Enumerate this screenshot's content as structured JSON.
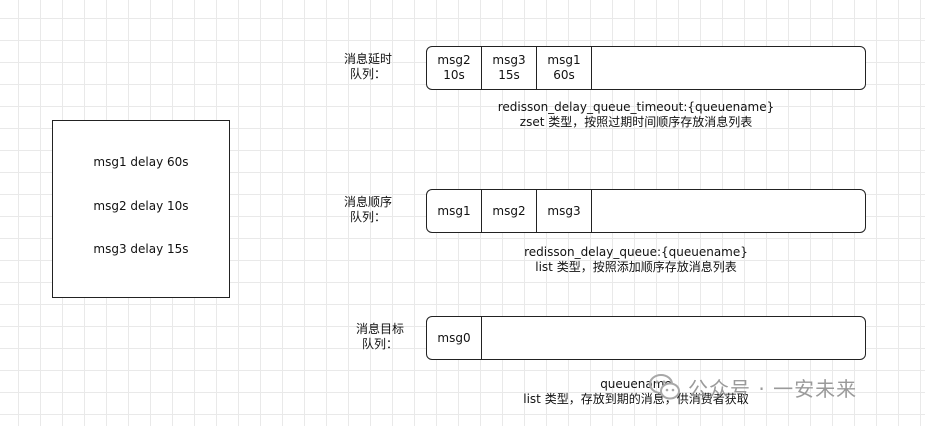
{
  "input_messages": [
    "msg1 delay 60s",
    "msg2 delay 10s",
    "msg3 delay 15s"
  ],
  "queues": [
    {
      "label_line1": "消息延时",
      "label_line2": "队列：",
      "cells": [
        {
          "name": "msg2",
          "delay": "10s"
        },
        {
          "name": "msg3",
          "delay": "15s"
        },
        {
          "name": "msg1",
          "delay": "60s"
        }
      ],
      "desc_line1": "redisson_delay_queue_timeout:{queuename}",
      "desc_line2": "zset 类型，按照过期时间顺序存放消息列表"
    },
    {
      "label_line1": "消息顺序",
      "label_line2": "队列：",
      "cells": [
        {
          "name": "msg1"
        },
        {
          "name": "msg2"
        },
        {
          "name": "msg3"
        }
      ],
      "desc_line1": "redisson_delay_queue:{queuename}",
      "desc_line2": "list 类型，按照添加顺序存放消息列表"
    },
    {
      "label_line1": "消息目标",
      "label_line2": "队列：",
      "cells": [
        {
          "name": "msg0"
        }
      ],
      "desc_line1": "queuename",
      "desc_line2": "list 类型，存放到期的消息，供消费者获取"
    }
  ],
  "watermark": {
    "text": "公众号 · 一安未来",
    "icon": "wechat-icon"
  }
}
